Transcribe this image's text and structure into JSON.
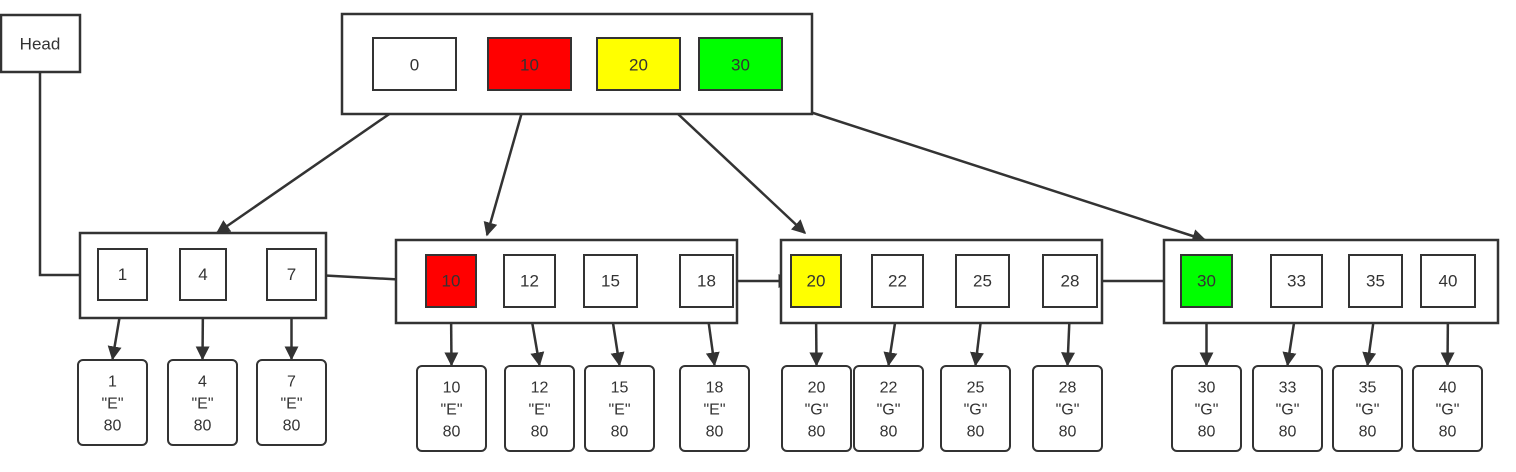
{
  "head": {
    "label": "Head"
  },
  "root": {
    "keys": [
      {
        "label": "0",
        "color": "#ffffff"
      },
      {
        "label": "10",
        "color": "#ff0000"
      },
      {
        "label": "20",
        "color": "#ffff00"
      },
      {
        "label": "30",
        "color": "#00ff00"
      }
    ]
  },
  "groups": [
    {
      "entries": [
        {
          "key": "1",
          "color": "#ffffff",
          "leaf": [
            "1",
            "\"E\"",
            "80"
          ]
        },
        {
          "key": "4",
          "color": "#ffffff",
          "leaf": [
            "4",
            "\"E\"",
            "80"
          ]
        },
        {
          "key": "7",
          "color": "#ffffff",
          "leaf": [
            "7",
            "\"E\"",
            "80"
          ]
        }
      ]
    },
    {
      "entries": [
        {
          "key": "10",
          "color": "#ff0000",
          "leaf": [
            "10",
            "\"E\"",
            "80"
          ]
        },
        {
          "key": "12",
          "color": "#ffffff",
          "leaf": [
            "12",
            "\"E\"",
            "80"
          ]
        },
        {
          "key": "15",
          "color": "#ffffff",
          "leaf": [
            "15",
            "\"E\"",
            "80"
          ]
        },
        {
          "key": "18",
          "color": "#ffffff",
          "leaf": [
            "18",
            "\"E\"",
            "80"
          ]
        }
      ]
    },
    {
      "entries": [
        {
          "key": "20",
          "color": "#ffff00",
          "leaf": [
            "20",
            "\"G\"",
            "80"
          ]
        },
        {
          "key": "22",
          "color": "#ffffff",
          "leaf": [
            "22",
            "\"G\"",
            "80"
          ]
        },
        {
          "key": "25",
          "color": "#ffffff",
          "leaf": [
            "25",
            "\"G\"",
            "80"
          ]
        },
        {
          "key": "28",
          "color": "#ffffff",
          "leaf": [
            "28",
            "\"G\"",
            "80"
          ]
        }
      ]
    },
    {
      "entries": [
        {
          "key": "30",
          "color": "#00ff00",
          "leaf": [
            "30",
            "\"G\"",
            "80"
          ]
        },
        {
          "key": "33",
          "color": "#ffffff",
          "leaf": [
            "33",
            "\"G\"",
            "80"
          ]
        },
        {
          "key": "35",
          "color": "#ffffff",
          "leaf": [
            "35",
            "\"G\"",
            "80"
          ]
        },
        {
          "key": "40",
          "color": "#ffffff",
          "leaf": [
            "40",
            "\"G\"",
            "80"
          ]
        }
      ]
    }
  ]
}
